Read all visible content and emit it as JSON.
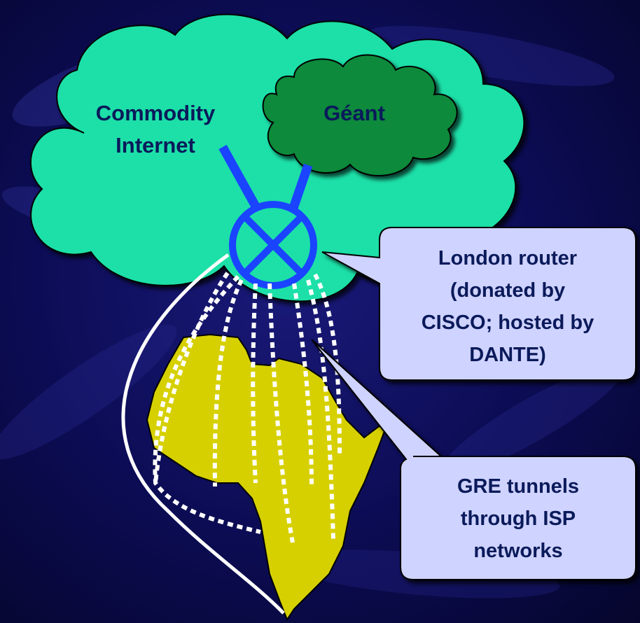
{
  "labels": {
    "commodity_line1": "Commodity",
    "commodity_line2": "Internet",
    "geant": "Géant"
  },
  "callouts": {
    "router": [
      "London router",
      "(donated by",
      "CISCO; hosted by",
      "DANTE)"
    ],
    "tunnels": [
      "GRE tunnels",
      "through ISP",
      "networks"
    ]
  },
  "colors": {
    "background": "#0a0a3a",
    "big_cloud": "#1fe0a8",
    "small_cloud": "#0e8a3a",
    "africa": "#d6d000",
    "router": "#1a44ff",
    "callout_fill": "#cfd3ff",
    "tunnel": "#ffffff"
  },
  "icons": {
    "router": "router-icon",
    "continent": "africa-map-icon"
  }
}
